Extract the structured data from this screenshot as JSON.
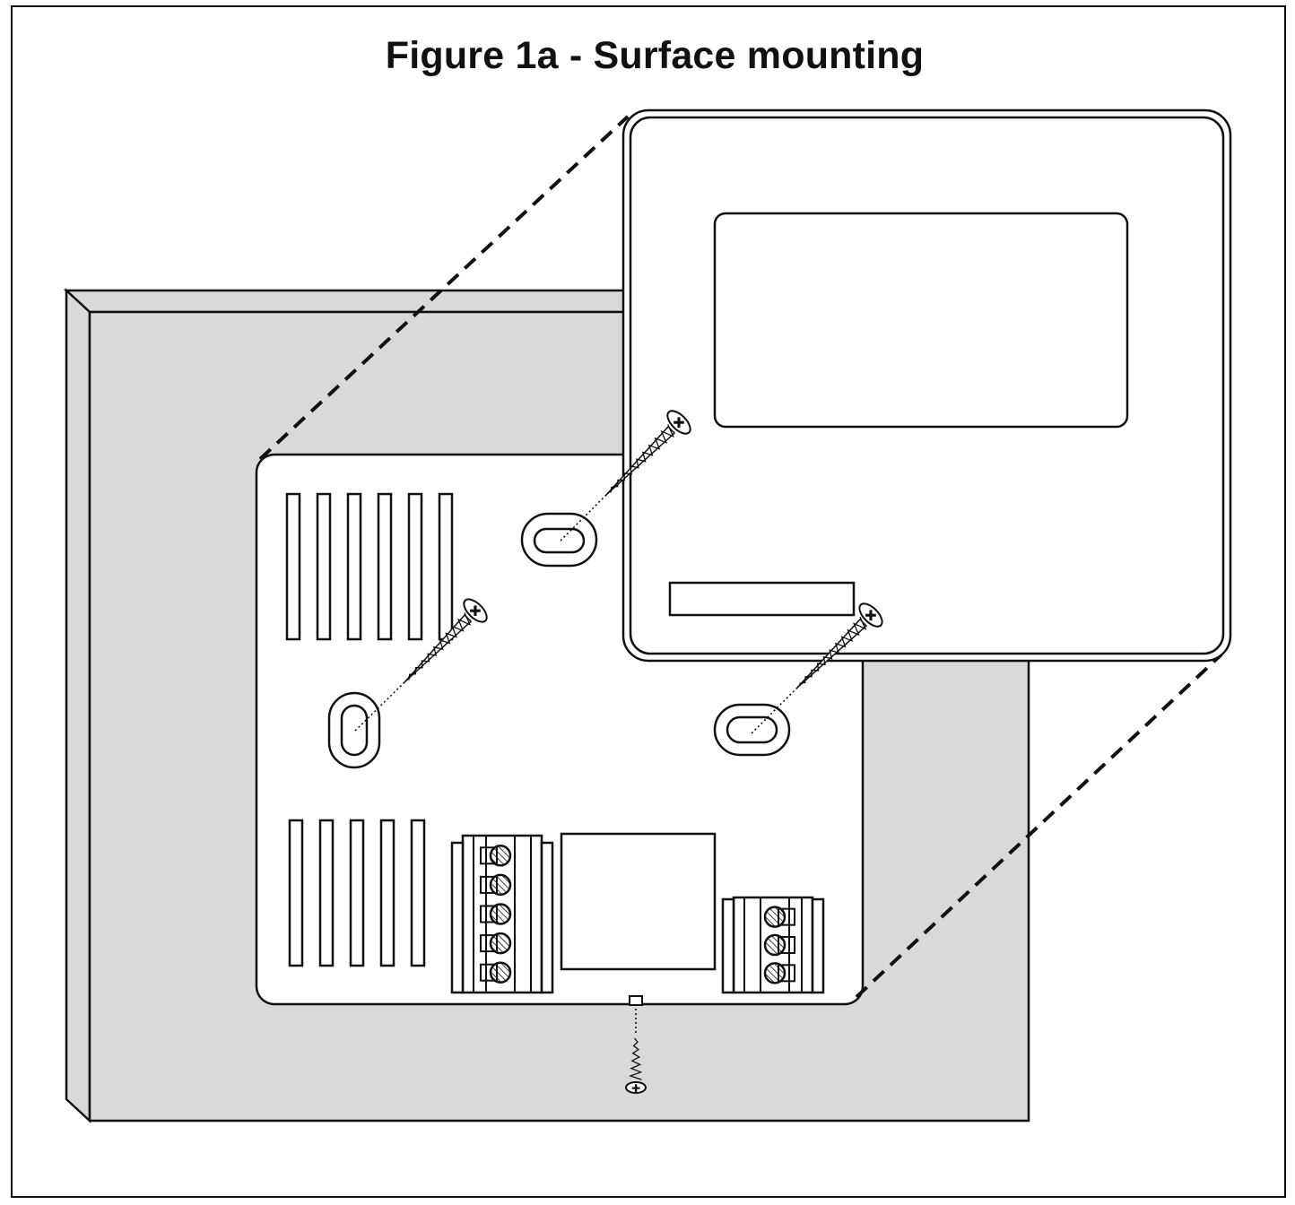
{
  "figure": {
    "title": "Figure 1a - Surface mounting"
  },
  "colors": {
    "wall_fill": "#d9d9d9",
    "line": "#111111",
    "background": "#ffffff"
  },
  "terminal_blocks": {
    "left_count": 5,
    "right_count": 3
  }
}
